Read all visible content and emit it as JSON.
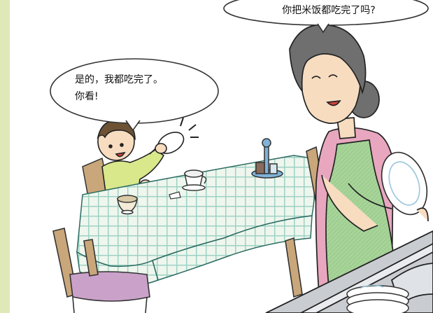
{
  "mother_bubble": {
    "text": "你把米饭都吃完了吗?"
  },
  "child_bubble": {
    "lines": [
      "是的，我都吃完了。",
      "你看!"
    ]
  },
  "colors": {
    "left_border": "#dfe9b8",
    "tablecloth": "#eef6ee",
    "tablecloth_grid": "#9ed2c4",
    "apron": "#a8d49a",
    "mother_shirt": "#e8a7bf",
    "hair": "#6f6f6f",
    "chair_wood": "#c9a77a",
    "chair_seat": "#caa2c9",
    "counter": "#c9ccd0"
  }
}
